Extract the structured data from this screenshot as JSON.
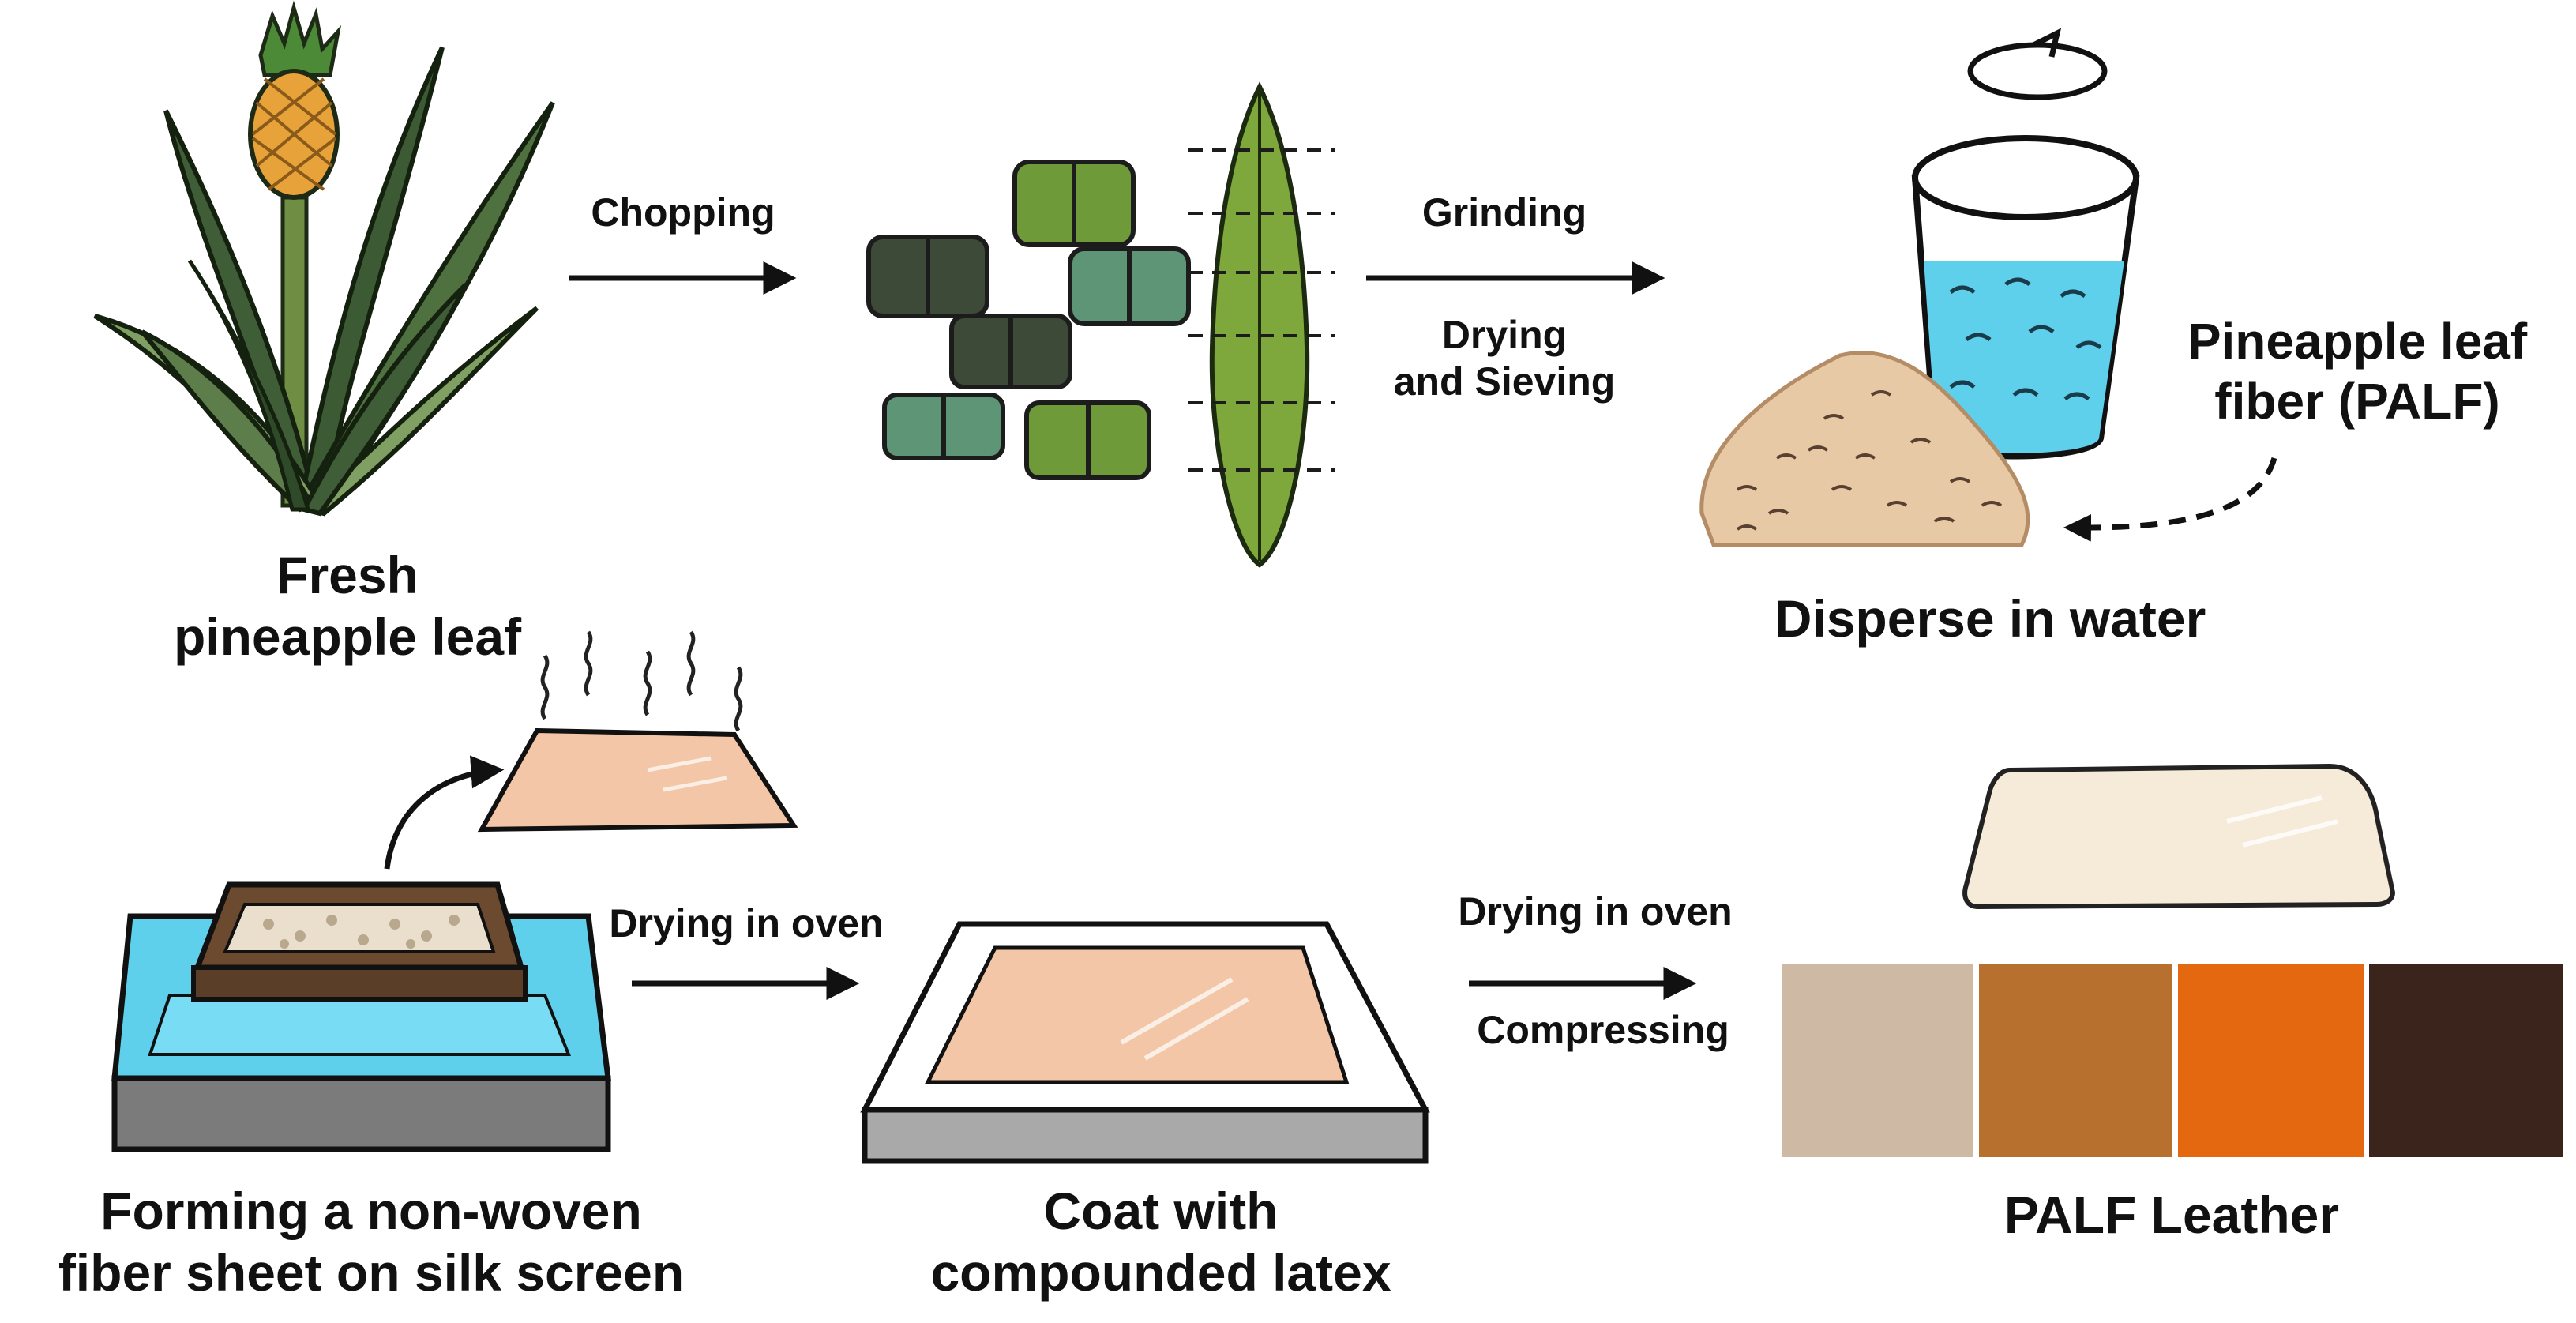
{
  "stages": {
    "fresh_leaf": {
      "line1": "Fresh",
      "line2": "pineapple leaf"
    },
    "disperse": {
      "label": "Disperse in water"
    },
    "palf": {
      "line1": "Pineapple leaf",
      "line2": "fiber (PALF)"
    },
    "forming": {
      "line1": "Forming a non-woven",
      "line2": "fiber sheet on silk screen"
    },
    "coat": {
      "line1": "Coat with",
      "line2": "compounded latex"
    },
    "leather": {
      "label": "PALF Leather"
    }
  },
  "steps": {
    "chopping": "Chopping",
    "grinding": "Grinding",
    "drying_sieving_1": "Drying",
    "drying_sieving_2": "and Sieving",
    "drying_oven_1": "Drying in oven",
    "drying_oven_2": "Drying in oven",
    "compressing": "Compressing"
  },
  "colors": {
    "leaf_dark": "#3f5d36",
    "leaf_light": "#7fa062",
    "chunk_dark": "#3d4a38",
    "chunk_green": "#6f9a3a",
    "chunk_teal": "#5d9576",
    "water": "#5fd0ec",
    "fiber": "#e8c9a6",
    "sheet": "#f2c6a6",
    "tray_grey": "#7b7b7b",
    "leather_swatches": [
      "#cdb9a4",
      "#b8702f",
      "#e4680f",
      "#3a241c"
    ],
    "leather_white": "#f6ead8"
  }
}
